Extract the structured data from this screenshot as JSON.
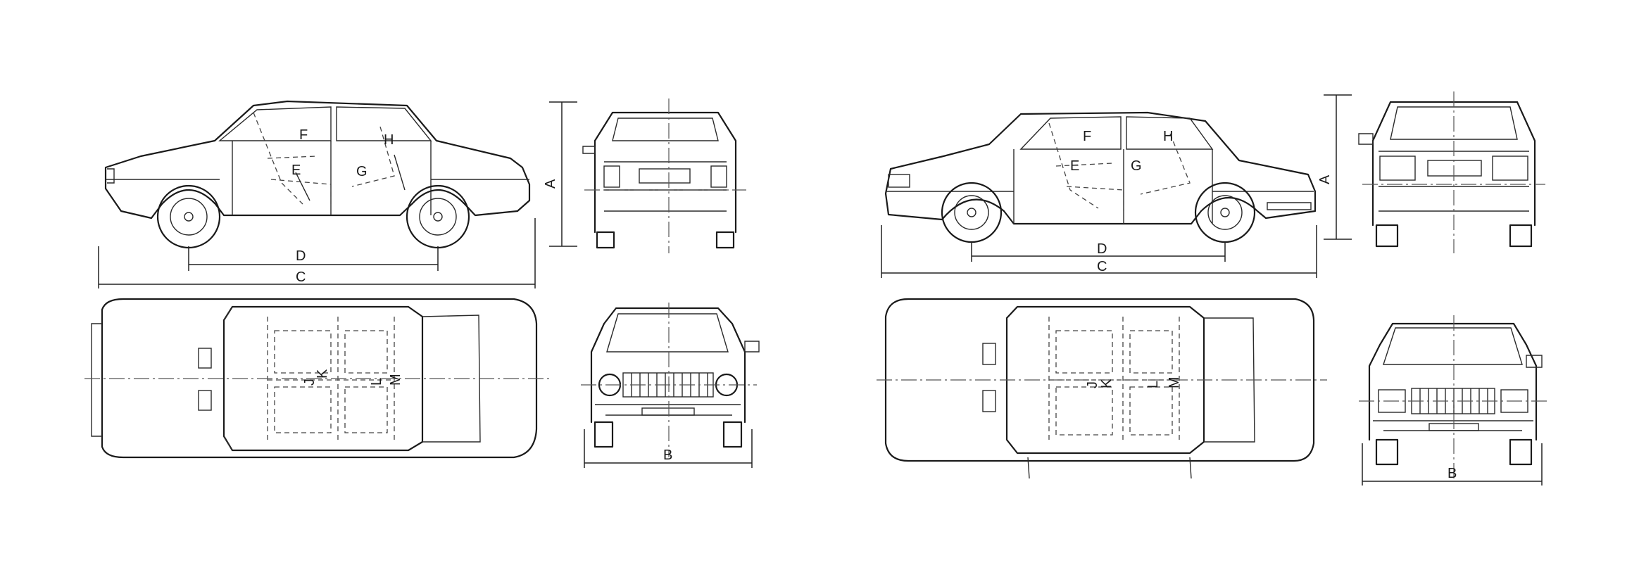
{
  "drawings": [
    {
      "id": "older_model",
      "dimension_labels": {
        "A": "A",
        "B": "B",
        "C": "C",
        "D": "D",
        "E": "E",
        "F": "F",
        "G": "G",
        "H": "H",
        "J": "J",
        "K": "K",
        "L": "L",
        "M": "M"
      }
    },
    {
      "id": "newer_model",
      "dimension_labels": {
        "A": "A",
        "B": "B",
        "C": "C",
        "D": "D",
        "E": "E",
        "F": "F",
        "G": "G",
        "H": "H",
        "J": "J",
        "K": "K",
        "L": "L",
        "M": "M"
      }
    }
  ]
}
